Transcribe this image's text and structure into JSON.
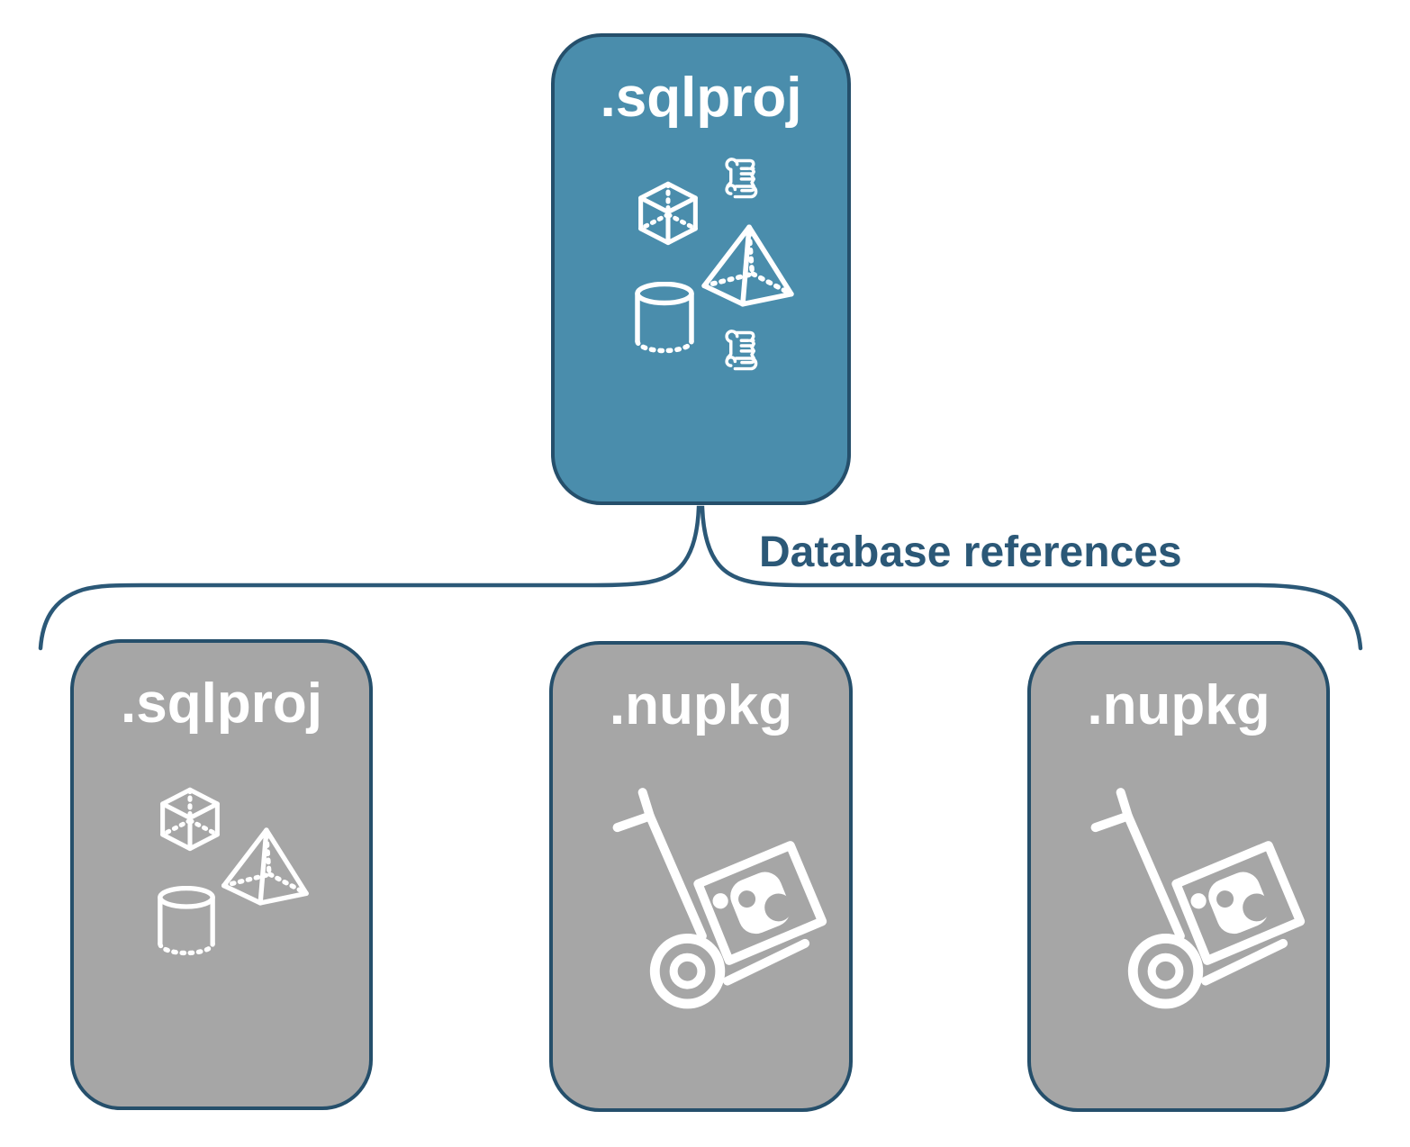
{
  "diagram": {
    "connector_label": "Database references",
    "root_card": {
      "title": ".sqlproj",
      "icons": [
        "script-scroll-icon",
        "cube-icon",
        "pyramid-icon",
        "cylinder-icon",
        "script-scroll-icon"
      ]
    },
    "child_cards": [
      {
        "title": ".sqlproj",
        "icons": [
          "cube-icon",
          "pyramid-icon",
          "cylinder-icon"
        ]
      },
      {
        "title": ".nupkg",
        "icons": [
          "hand-truck-package-icon"
        ]
      },
      {
        "title": ".nupkg",
        "icons": [
          "hand-truck-package-icon"
        ]
      }
    ],
    "colors": {
      "primary_fill": "#4a8dac",
      "secondary_fill": "#a6a6a6",
      "outline": "#254f6b",
      "label_text": "#2b5877",
      "icon_color": "#ffffff",
      "background": "#ffffff"
    }
  }
}
